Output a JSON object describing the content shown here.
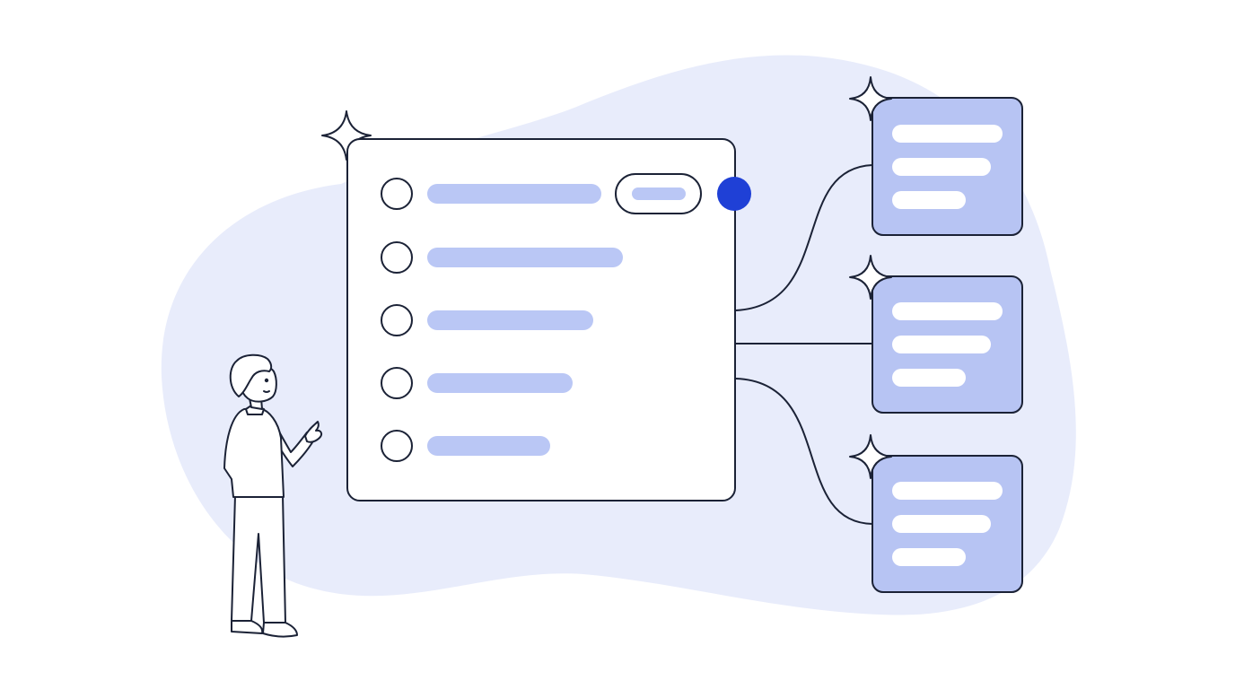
{
  "scene": {
    "background_color": "#ffffff",
    "blob_color": "#e8ecfb",
    "stroke_color": "#1b2236",
    "placeholder_color": "#bac7f5",
    "card_fill_color": "#b7c4f3",
    "card_line_color": "#ffffff",
    "connector_dot_color": "#1f40d6",
    "sparkle_icon": "four-point-star",
    "main_panel": {
      "rows": [
        {
          "radio_selected": false,
          "has_pill_toggle": true
        },
        {
          "radio_selected": false,
          "has_pill_toggle": false
        },
        {
          "radio_selected": false,
          "has_pill_toggle": false
        },
        {
          "radio_selected": false,
          "has_pill_toggle": false
        },
        {
          "radio_selected": false,
          "has_pill_toggle": false
        }
      ]
    },
    "branch_cards": [
      {
        "line_count": 3
      },
      {
        "line_count": 3
      },
      {
        "line_count": 3
      }
    ],
    "person": {
      "pose": "gesturing-toward-panel"
    }
  }
}
